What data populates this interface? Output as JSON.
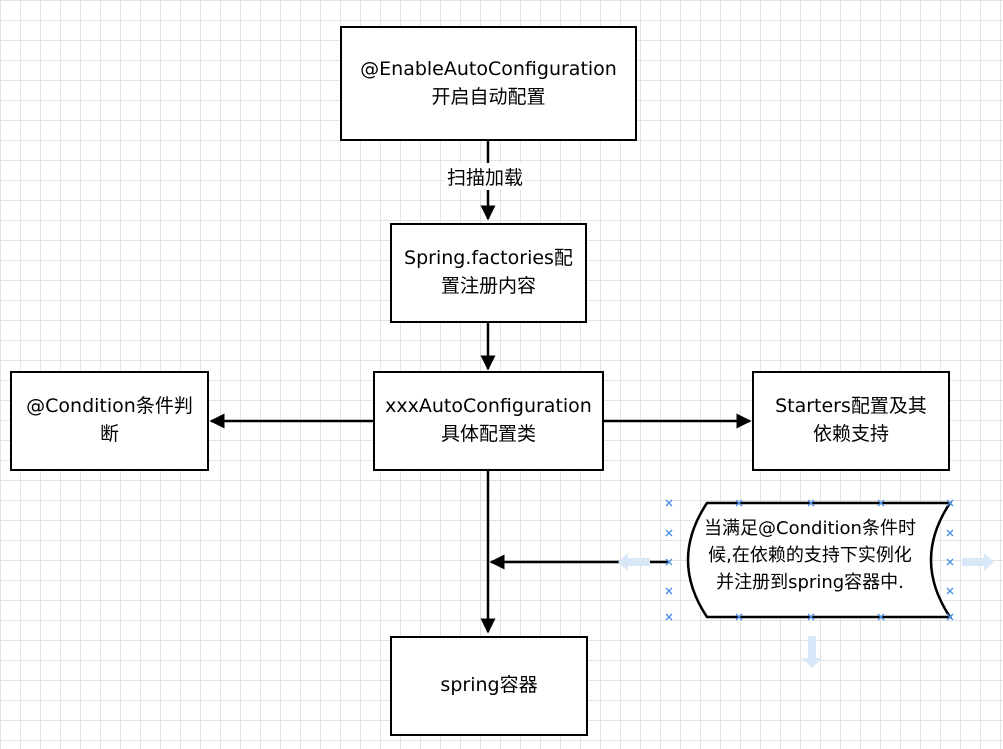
{
  "diagram": {
    "nodes": {
      "enable": {
        "line1": "@EnableAutoConfiguration",
        "line2": "开启自动配置"
      },
      "factories": {
        "line1": "Spring.factories配",
        "line2": "置注册内容"
      },
      "autoconfig": {
        "line1": "xxxAutoConfiguration",
        "line2": "具体配置类"
      },
      "condition": {
        "line1": "@Condition条件判",
        "line2": "断"
      },
      "starters": {
        "line1": "Starters配置及其",
        "line2": "依赖支持"
      },
      "container": {
        "line1": "spring容器"
      }
    },
    "edge_labels": {
      "scan": "扫描加载"
    },
    "note": {
      "line1": "当满足@Condition条件时",
      "line2": "候,在依赖的支持下实例化",
      "line3": "并注册到spring容器中."
    }
  }
}
